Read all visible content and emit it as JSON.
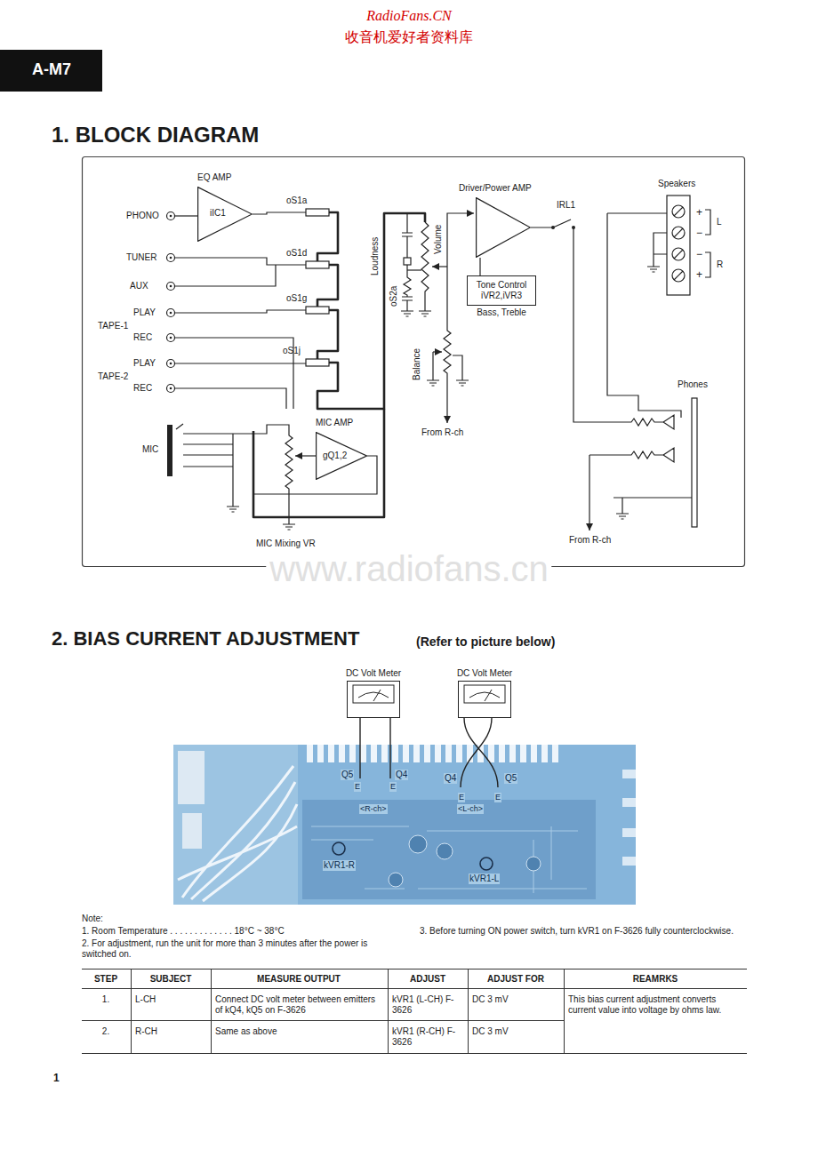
{
  "diagram": {
    "title": "1. BLOCK DIAGRAM",
    "nodes": [
      {
        "text": [
          "EQ AMP",
          "iIC1"
        ]
      },
      {
        "text": [
          "MIC AMP",
          "gQ1,2"
        ]
      },
      {
        "text": [
          "Driver/Power AMP"
        ]
      },
      {
        "text": [
          "Tone Control iVR2,iVR3",
          "Bass, Treble"
        ]
      },
      {
        "text": [
          "DC Volt Meter"
        ]
      },
      {
        "text": [
          "DC Volt Meter"
        ]
      }
    ],
    "edges": [
      {
        "from": 3,
        "to": 2,
        "arrow": "none"
      }
    ],
    "labels": [
      "RadioFans.CN",
      "收音机爱好者资料库",
      "A-M7",
      "PHONO",
      "TUNER",
      "AUX",
      "PLAY",
      "TAPE-1",
      "REC",
      "PLAY",
      "TAPE-2",
      "REC",
      "oS1a",
      "oS1d",
      "oS1g",
      "oS1j",
      "MIC",
      "MIC Mixing VR",
      "Loudness",
      "oS2a",
      "Volume",
      "Balance",
      "From R-ch",
      "IRL1",
      "Speakers",
      "+",
      "−",
      "L",
      "−",
      "+",
      "R",
      "Phones",
      "From R-ch",
      "www.radiofans.cn",
      "2. BIAS CURRENT ADJUSTMENT",
      "(Refer to picture below)",
      "−",
      "+",
      "−",
      "+",
      "Q5",
      "Q4",
      "E",
      "E",
      "<R-ch>",
      "Q4",
      "Q5",
      "E",
      "E",
      "<L-ch>",
      "kVR1-R",
      "kVR1-L",
      "Note:",
      "1. Room Temperature . . . . . . . . . . . . . 18°C ~ 38°C",
      "2. For adjustment, run the unit for more than 3 minutes after the power is switched on.",
      "3. Before turning ON power switch, turn kVR1 on F-3626 fully counterclockwise.",
      "STEP",
      "SUBJECT",
      "MEASURE OUTPUT",
      "ADJUST",
      "ADJUST FOR",
      "REAMRKS",
      "1.",
      "L-CH",
      "Connect DC volt meter between emitters of kQ4, kQ5 on F-3626",
      "kVR1 (L-CH) F-3626",
      "DC 3 mV",
      "This bias current adjustment converts current value into voltage by ohms law.",
      "2.",
      "R-CH",
      "Same as above",
      "kVR1 (R-CH) F-3626",
      "DC 3 mV",
      "1"
    ]
  }
}
